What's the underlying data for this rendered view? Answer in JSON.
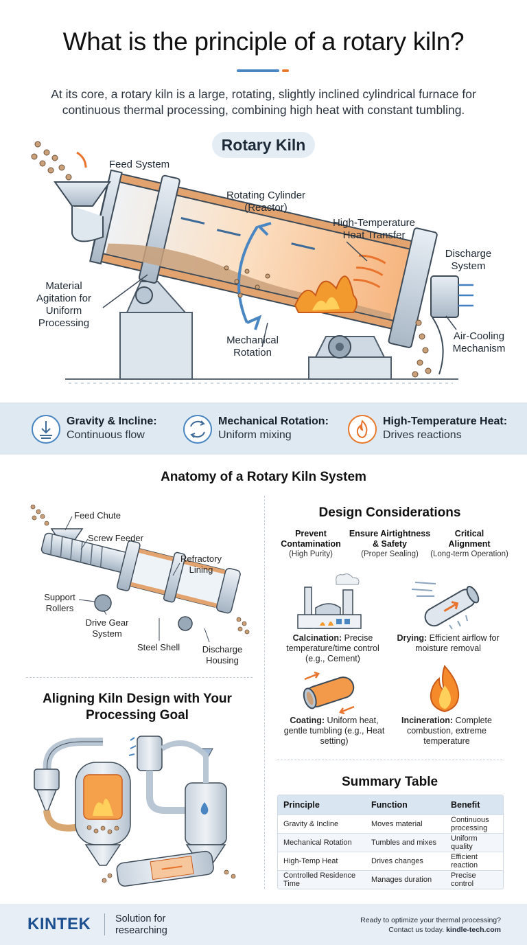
{
  "header": {
    "title": "What is the principle of a rotary kiln?",
    "intro": "At its core, a rotary kiln is a large, rotating, slightly inclined cylindrical furnace for continuous thermal processing, combining high heat with constant tumbling.",
    "pill": "Rotary Kiln"
  },
  "diagram_labels": {
    "feed": "Feed System",
    "cylinder": "Rotating Cylinder (Reactor)",
    "heat": "High-Temperature Heat Transfer",
    "discharge": "Discharge System",
    "agitation": "Material Agitation for Uniform Processing",
    "rotation": "Mechanical Rotation",
    "cooling": "Air-Cooling Mechanism"
  },
  "principles": [
    {
      "title": "Gravity & Incline:",
      "sub": "Continuous flow",
      "icon": "gravity-arrow-icon"
    },
    {
      "title": "Mechanical Rotation:",
      "sub": "Uniform mixing",
      "icon": "rotation-arrows-icon"
    },
    {
      "title": "High-Temperature Heat:",
      "sub": "Drives reactions",
      "icon": "flame-icon"
    }
  ],
  "anatomy": {
    "title": "Anatomy of a Rotary Kiln System",
    "labels": {
      "feed_chute": "Feed Chute",
      "screw_feeder": "Screw Feeder",
      "refractory": "Refractory Lining",
      "rollers": "Support Rollers",
      "gear": "Drive Gear System",
      "shell": "Steel Shell",
      "discharge": "Discharge Housing"
    }
  },
  "aligning": {
    "title": "Aligning Kiln Design with Your Processing Goal"
  },
  "design": {
    "title": "Design Considerations",
    "items": [
      {
        "head": "Prevent Contamination",
        "sub": "(High Purity)"
      },
      {
        "head": "Ensure Airtightness & Safety",
        "sub": "(Proper Sealing)"
      },
      {
        "head": "Critical Alignment",
        "sub": "(Long-term Operation)"
      }
    ],
    "apps": [
      {
        "bold": "Calcination:",
        "text": " Precise temperature/time control (e.g., Cement)",
        "icon": "factory-icon"
      },
      {
        "bold": "Drying:",
        "text": " Efficient airflow for moisture removal",
        "icon": "drying-tube-icon"
      },
      {
        "bold": "Coating:",
        "text": " Uniform heat, gentle tumbling (e.g., Heat setting)",
        "icon": "coating-tube-icon"
      },
      {
        "bold": "Incineration:",
        "text": " Complete combustion, extreme temperature",
        "icon": "fire-icon"
      }
    ]
  },
  "summary": {
    "title": "Summary Table",
    "columns": [
      "Principle",
      "Function",
      "Benefit"
    ],
    "rows": [
      [
        "Gravity & Incline",
        "Moves material",
        "Continuous processing"
      ],
      [
        "Mechanical Rotation",
        "Tumbles and mixes",
        "Uniform quality"
      ],
      [
        "High-Temp Heat",
        "Drives changes",
        "Efficient reaction"
      ],
      [
        "Controlled Residence Time",
        "Manages duration",
        "Precise control"
      ]
    ]
  },
  "footer": {
    "logo": "KINTEK",
    "tagline": "Solution for researching",
    "cta_line1": "Ready to optimize your thermal processing?",
    "cta_line2": "Contact us today.",
    "cta_link": "kindle-tech.com"
  },
  "colors": {
    "accent_blue": "#3f7fbf",
    "accent_orange": "#e87a2c",
    "band": "#dfe9f2",
    "logo": "#1c4f8f"
  }
}
